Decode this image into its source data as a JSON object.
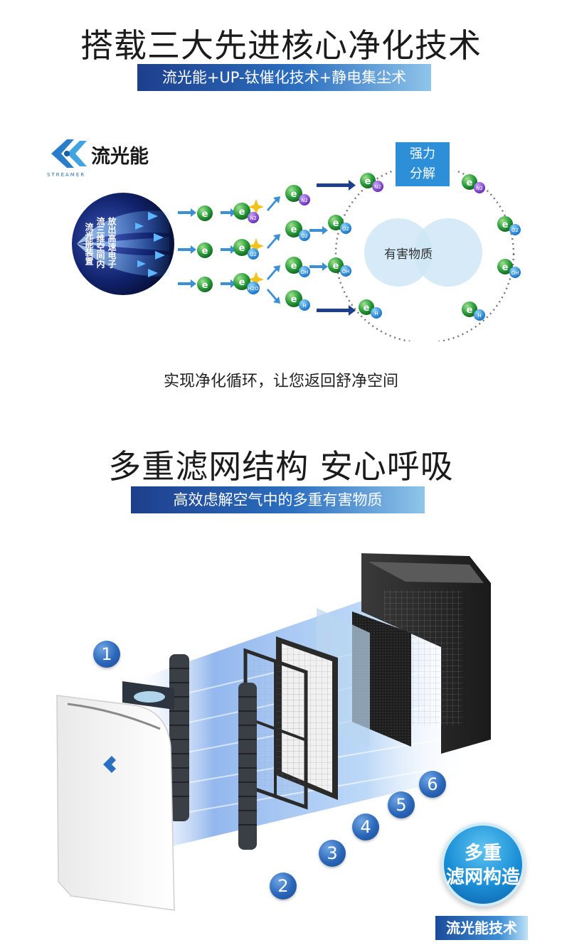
{
  "section1": {
    "title": "搭载三大先进核心净化技术",
    "banner": "流光能+UP-钛催化技术+静电集尘术",
    "brand": {
      "name": "流光能",
      "sub": "STREAMER"
    },
    "device_text": {
      "col1": "流光能装置",
      "col2": "流三维空间内",
      "col3": "放出高速电子"
    },
    "strong_label": [
      "强力",
      "分解"
    ],
    "harmful_label": "有害物质",
    "electron_symbol": "e",
    "molecules": [
      "N2",
      "O2",
      "H2O",
      "OH",
      "H"
    ],
    "caption": "实现净化循环，让您返回舒净空间"
  },
  "section2": {
    "title": "多重滤网结构 安心呼吸",
    "banner": "高效虑解空气中的多重有害物质",
    "numbers": [
      "1",
      "2",
      "3",
      "4",
      "5",
      "6"
    ],
    "badge": [
      "多重",
      "滤网构造"
    ],
    "tech_label": "流光能技术"
  },
  "colors": {
    "accent": "#2c6fc0",
    "electron_green": "#3aa845",
    "title_dark": "#1b1b1b"
  }
}
